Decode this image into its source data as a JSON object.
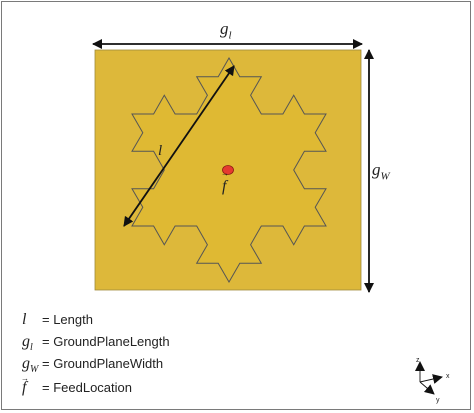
{
  "diagram": {
    "labels": {
      "ground_length_symbol": "g",
      "ground_length_sub": "l",
      "ground_width_symbol": "g",
      "ground_width_sub": "W",
      "length_symbol": "l",
      "feed_symbol": "f"
    },
    "colors": {
      "ground_plane": "#ddb83a",
      "fractal": "#dfb933",
      "outline": "#555555",
      "feed": "#e53a2f",
      "arrows": "#111111"
    }
  },
  "legend": {
    "items": [
      {
        "symbol": "l",
        "sub": "",
        "text": "=  Length"
      },
      {
        "symbol": "g",
        "sub": "l",
        "text": "=  GroundPlaneLength"
      },
      {
        "symbol": "g",
        "sub": "W",
        "text": "=  GroundPlaneWidth"
      },
      {
        "symbol": "f",
        "sub": "",
        "text": "=  FeedLocation"
      }
    ]
  },
  "axes": {
    "z": "z",
    "x": "x",
    "y": "y"
  }
}
